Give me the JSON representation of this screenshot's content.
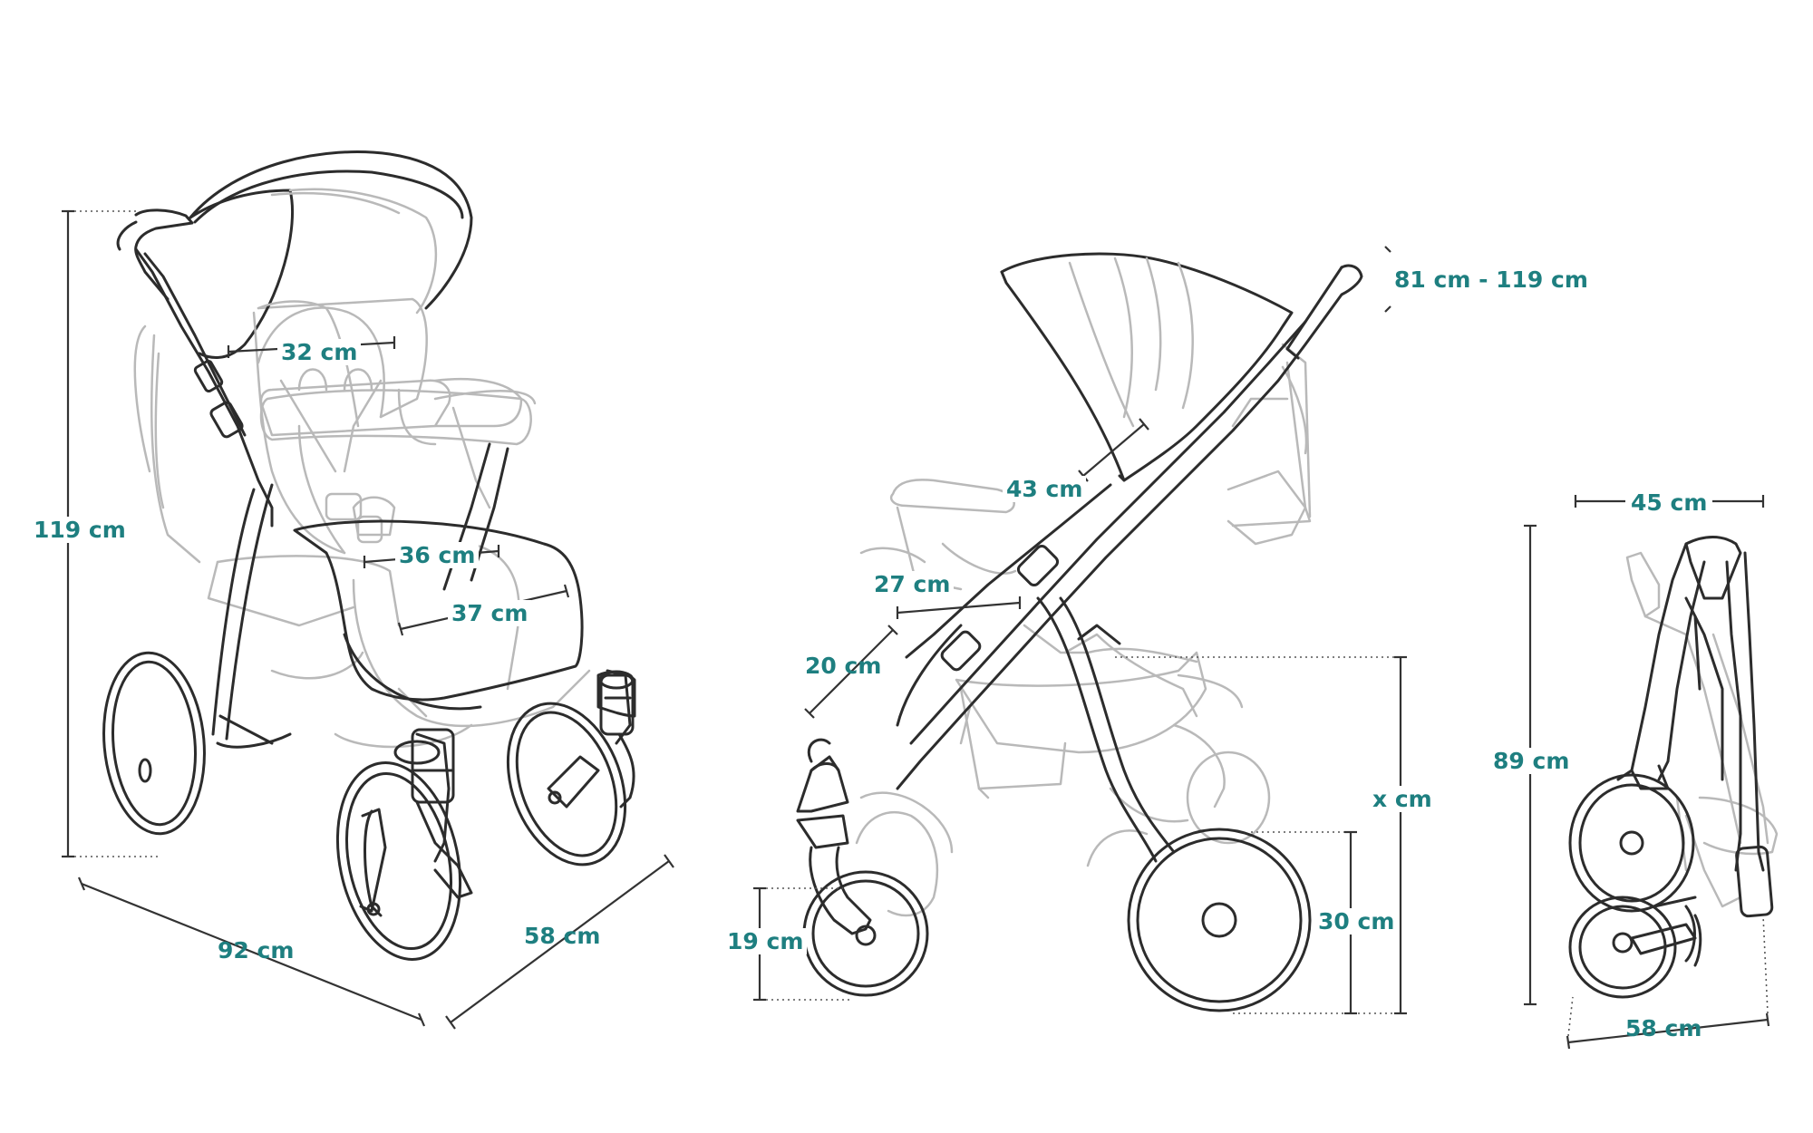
{
  "labels": {
    "front_height": "119 cm",
    "front_length": "92 cm",
    "front_width": "58 cm",
    "backrest_width": "32 cm",
    "seat_width": "36 cm",
    "footrest_width": "37 cm",
    "handle_range": "81 cm - 119 cm",
    "backrest_length": "43 cm",
    "seat_depth": "27 cm",
    "footrest_length": "20 cm",
    "seat_height": "x cm",
    "rear_wheel": "30 cm",
    "front_wheel": "19 cm",
    "folded_depth": "45 cm",
    "folded_height": "89 cm",
    "folded_width": "58 cm"
  },
  "colors": {
    "label": "#1e7f80",
    "outline_dark": "#2c2c2c",
    "outline_light": "#b9b9b9"
  }
}
